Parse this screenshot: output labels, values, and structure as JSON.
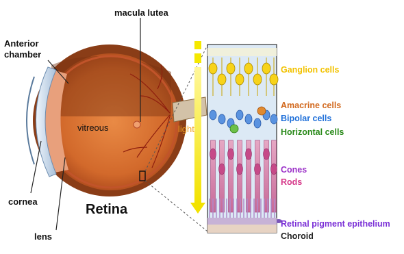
{
  "labels": {
    "macula_lutea": "macula lutea",
    "anterior_chamber_line1": "Anterior",
    "anterior_chamber_line2": "chamber",
    "vitreous": "vitreous",
    "light": "light",
    "cornea": "cornea",
    "lens": "lens",
    "retina": "Retina"
  },
  "layers": [
    {
      "label": "Ganglion cells",
      "color": "#f2c200"
    },
    {
      "label": "Amacrine cells",
      "color": "#d2691e"
    },
    {
      "label": "Bipolar cells",
      "color": "#1e6fd9"
    },
    {
      "label": "Horizontal cells",
      "color": "#2a8a1a"
    },
    {
      "label": "Cones",
      "color": "#9b30c8"
    },
    {
      "label": "Rods",
      "color": "#d63a8a"
    },
    {
      "label": "Retinal pigment epithelium",
      "color": "#7a2fd6"
    },
    {
      "label": "Choroid",
      "color": "#222222"
    }
  ],
  "colors": {
    "sclera": "#9a4a1e",
    "vitreous_body": "#d9783a",
    "light_arrow": "#f5e800",
    "light_text": "#f0a020",
    "retina_bg": "#dce9f5"
  }
}
